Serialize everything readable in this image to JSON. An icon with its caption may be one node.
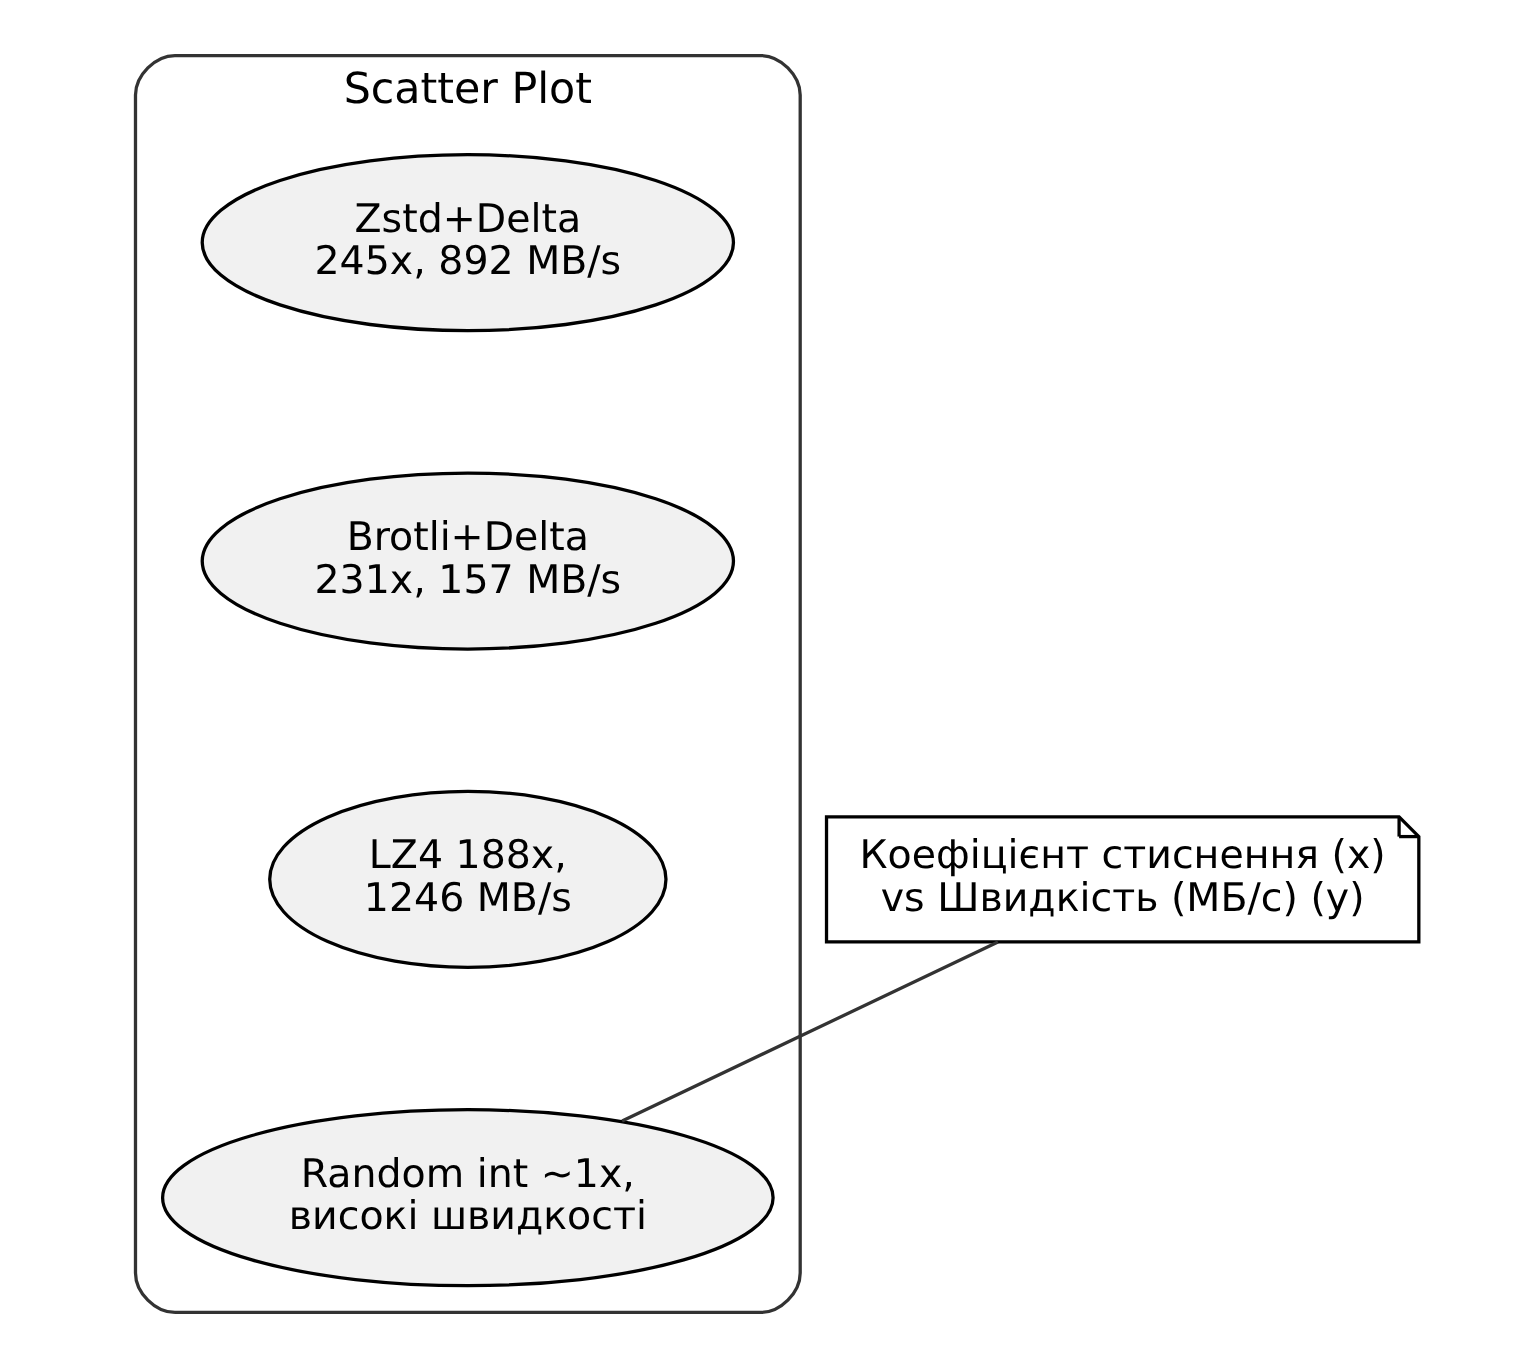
{
  "diagram": {
    "nodes": [
      {
        "text": [
          "Scatter Plot"
        ]
      },
      {
        "text": [
          "Zstd+Delta 245x, 892 MB/s"
        ],
        "in": 0
      },
      {
        "text": [
          "Brotli+Delta 231x, 157 MB/s"
        ],
        "in": 0
      },
      {
        "text": [
          "LZ4 188x, 1246 MB/s"
        ],
        "in": 0
      },
      {
        "text": [
          "Random int ~1x, високі швидкості"
        ],
        "in": 0
      },
      {
        "text": [
          "Коефіцієнт стиснення (x) vs Швидкість (МБ/с) (y)"
        ]
      }
    ],
    "edges": [
      {
        "from": 5,
        "to": 4,
        "arrow": "none"
      }
    ]
  }
}
